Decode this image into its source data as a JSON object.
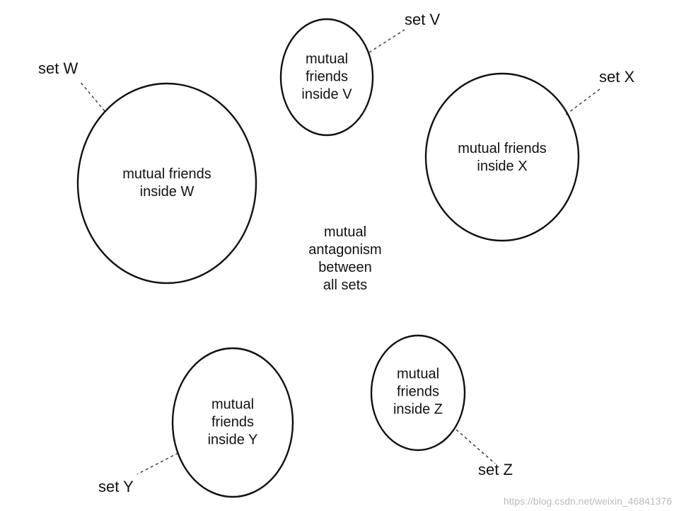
{
  "sets": {
    "v": {
      "name": "set V",
      "lines": [
        "mutual",
        "friends",
        "inside V"
      ]
    },
    "w": {
      "name": "set W",
      "lines": [
        "mutual friends",
        "inside W"
      ]
    },
    "x": {
      "name": "set X",
      "lines": [
        "mutual friends",
        "inside X"
      ]
    },
    "y": {
      "name": "set Y",
      "lines": [
        "mutual",
        "friends",
        "inside Y"
      ]
    },
    "z": {
      "name": "set Z",
      "lines": [
        "mutual",
        "friends",
        "inside Z"
      ]
    }
  },
  "center": {
    "lines": [
      "mutual",
      "antagonism",
      "between",
      "all sets"
    ]
  },
  "watermark": "https://blog.csdn.net/weixin_46841376"
}
